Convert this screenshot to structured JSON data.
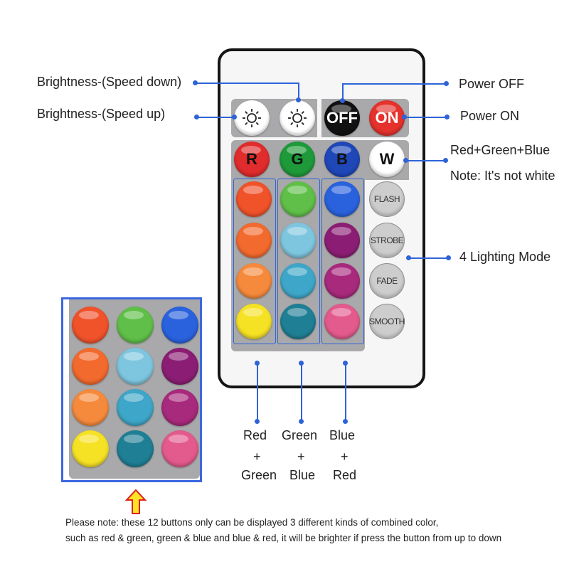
{
  "annotations": {
    "brightness_down": "Brightness-(Speed down)",
    "brightness_up": "Brightness-(Speed up)",
    "power_off": "Power OFF",
    "power_on": "Power ON",
    "rgb_white": "Red+Green+Blue",
    "not_white": "Note: It's not white",
    "lighting_mode": "4 Lighting Mode"
  },
  "remote": {
    "top_buttons": [
      {
        "name": "brightness-down-button",
        "icon": "sun-icon",
        "label": "",
        "color": "#ffffff"
      },
      {
        "name": "brightness-up-button",
        "icon": "sun-icon",
        "label": "",
        "color": "#ffffff"
      },
      {
        "name": "power-off-button",
        "label": "OFF",
        "color": "#111111"
      },
      {
        "name": "power-on-button",
        "label": "ON",
        "color": "#e5322d"
      }
    ],
    "rgbw": [
      {
        "label": "R",
        "color": "#e02c2c"
      },
      {
        "label": "G",
        "color": "#1e9a3a"
      },
      {
        "label": "B",
        "color": "#1f47b8"
      },
      {
        "label": "W",
        "color": "#ffffff"
      }
    ],
    "modes": [
      "FLASH",
      "STROBE",
      "FADE",
      "SMOOTH"
    ],
    "color_columns": [
      [
        "#f0522a",
        "#f36a2e",
        "#f68a3c",
        "#f6e224"
      ],
      [
        "#5fbf48",
        "#7ec6df",
        "#3ea6c8",
        "#1f7f95"
      ],
      [
        "#2a62de",
        "#8b1e74",
        "#a82a7d",
        "#e35a8c"
      ]
    ]
  },
  "combos": [
    {
      "top": "Red",
      "plus": "+",
      "bottom": "Green"
    },
    {
      "top": "Green",
      "plus": "+",
      "bottom": "Blue"
    },
    {
      "top": "Blue",
      "plus": "+",
      "bottom": "Red"
    }
  ],
  "zoom_grid": [
    [
      "#f0522a",
      "#5fbf48",
      "#2a62de"
    ],
    [
      "#f36a2e",
      "#7ec6df",
      "#8b1e74"
    ],
    [
      "#f68a3c",
      "#3ea6c8",
      "#a82a7d"
    ],
    [
      "#f6e224",
      "#1f7f95",
      "#e35a8c"
    ]
  ],
  "note": {
    "line1": "Please note: these 12 buttons only can be displayed 3 different kinds of combined color,",
    "line2": "such as red & green, green & blue and blue & red, it will be brighter if press the button from up to down"
  }
}
